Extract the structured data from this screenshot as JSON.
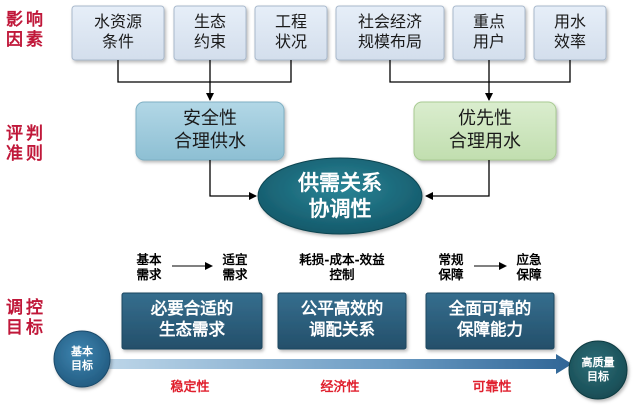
{
  "side_labels": {
    "influence": "影响\n因素",
    "criteria": "评判\n准则",
    "target": "调控\n目标"
  },
  "factors": [
    "水资源\n条件",
    "生态\n约束",
    "工程\n状况",
    "社会经济\n规模布局",
    "重点\n用户",
    "用水\n效率"
  ],
  "criteria": {
    "left": "安全性\n合理供水",
    "right": "优先性\n合理用水"
  },
  "core": "供需关系\n协调性",
  "goal_sublabels": {
    "g1_from": "基本\n需求",
    "g1_to": "适宜\n需求",
    "g2": "耗损-成本-效益\n控制",
    "g3_from": "常规\n保障",
    "g3_to": "应急\n保障"
  },
  "goals": [
    "必要合适的\n生态需求",
    "公平高效的\n调配关系",
    "全面可靠的\n保障能力"
  ],
  "axis": {
    "start": "基本\n目标",
    "end": "高质量\n目标",
    "properties": [
      "稳定性",
      "经济性",
      "可靠性"
    ]
  },
  "colors": {
    "label_red": "#C0183A",
    "factor_fill": "#DCE6F2",
    "criteria_left_fill": "#9CC9DB",
    "criteria_right_fill": "#CDE5BF",
    "core_fill": "#1B6A7A",
    "goal_fill": "#2C6180",
    "property_red": "#E0202E"
  }
}
